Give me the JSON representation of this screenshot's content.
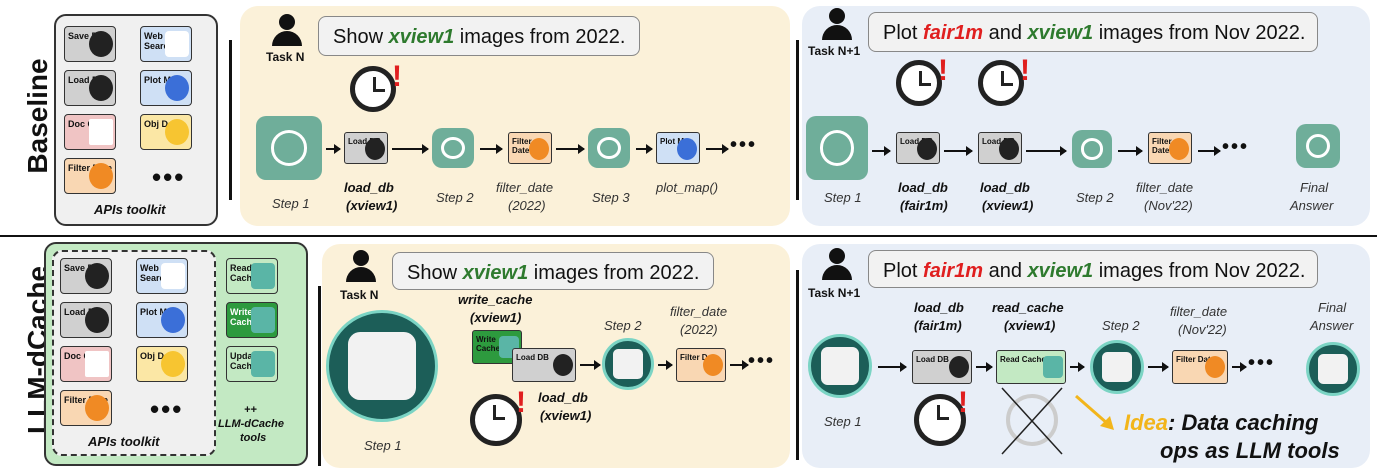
{
  "rows": {
    "baseline": "Baseline",
    "dcache": "LLM-dCache"
  },
  "toolkit": {
    "title": "APIs toolkit",
    "tools": {
      "save_db": "Save DB",
      "web_search": "Web Search",
      "load_db": "Load DB",
      "plot_map": "Plot Map",
      "doc_qa": "Doc QA",
      "obj_det": "Obj Det",
      "filter_date": "Filter Date",
      "more": "•••"
    },
    "cache_tools": {
      "read": "Read Cache",
      "write": "Write Cache",
      "update": "Update Cache",
      "plus": "++",
      "label_line1": "LLM-dCache",
      "label_line2": "tools"
    }
  },
  "tasks": {
    "task_n": "Task N",
    "task_n1": "Task N+1",
    "prompt_n": {
      "pre": "Show ",
      "ds": "xview1",
      "post": " images from 2022."
    },
    "prompt_n1": {
      "pre": "Plot ",
      "ds1": "fair1m",
      "mid": " and ",
      "ds2": "xview1",
      "post": " images from Nov 2022."
    }
  },
  "baseline_n": {
    "step1": "Step 1",
    "step2": "Step 2",
    "step3": "Step 3",
    "load_db": "load_db",
    "load_db_arg": "(xview1)",
    "filter_date": "filter_date",
    "filter_date_arg": "(2022)",
    "plot_map": "plot_map()",
    "dots": "•••"
  },
  "baseline_n1": {
    "step1": "Step 1",
    "step2": "Step 2",
    "load_db1": "load_db",
    "load_db1_arg": "(fair1m)",
    "load_db2": "load_db",
    "load_db2_arg": "(xview1)",
    "filter_date": "filter_date",
    "filter_date_arg": "(Nov'22)",
    "final1": "Final",
    "final2": "Answer",
    "dots": "•••"
  },
  "dcache_n": {
    "step1": "Step 1",
    "step2": "Step 2",
    "write_cache": "write_cache",
    "write_cache_arg": "(xview1)",
    "load_db": "load_db",
    "load_db_arg": "(xview1)",
    "filter_date": "filter_date",
    "filter_date_arg": "(2022)",
    "dots": "•••"
  },
  "dcache_n1": {
    "step1": "Step 1",
    "step2": "Step 2",
    "load_db": "load_db",
    "load_db_arg": "(fair1m)",
    "read_cache": "read_cache",
    "read_cache_arg": "(xview1)",
    "filter_date": "filter_date",
    "filter_date_arg": "(Nov'22)",
    "final1": "Final",
    "final2": "Answer",
    "dots": "•••"
  },
  "idea": {
    "word": "Idea",
    "rest1": ": Data caching",
    "rest2": "ops as LLM tools"
  },
  "colors": {
    "green": "#2e7a2e",
    "red": "#e01f1f",
    "cream": "#fbf1d9",
    "blue": "#e8eef7",
    "idea": "#f2b51b"
  }
}
